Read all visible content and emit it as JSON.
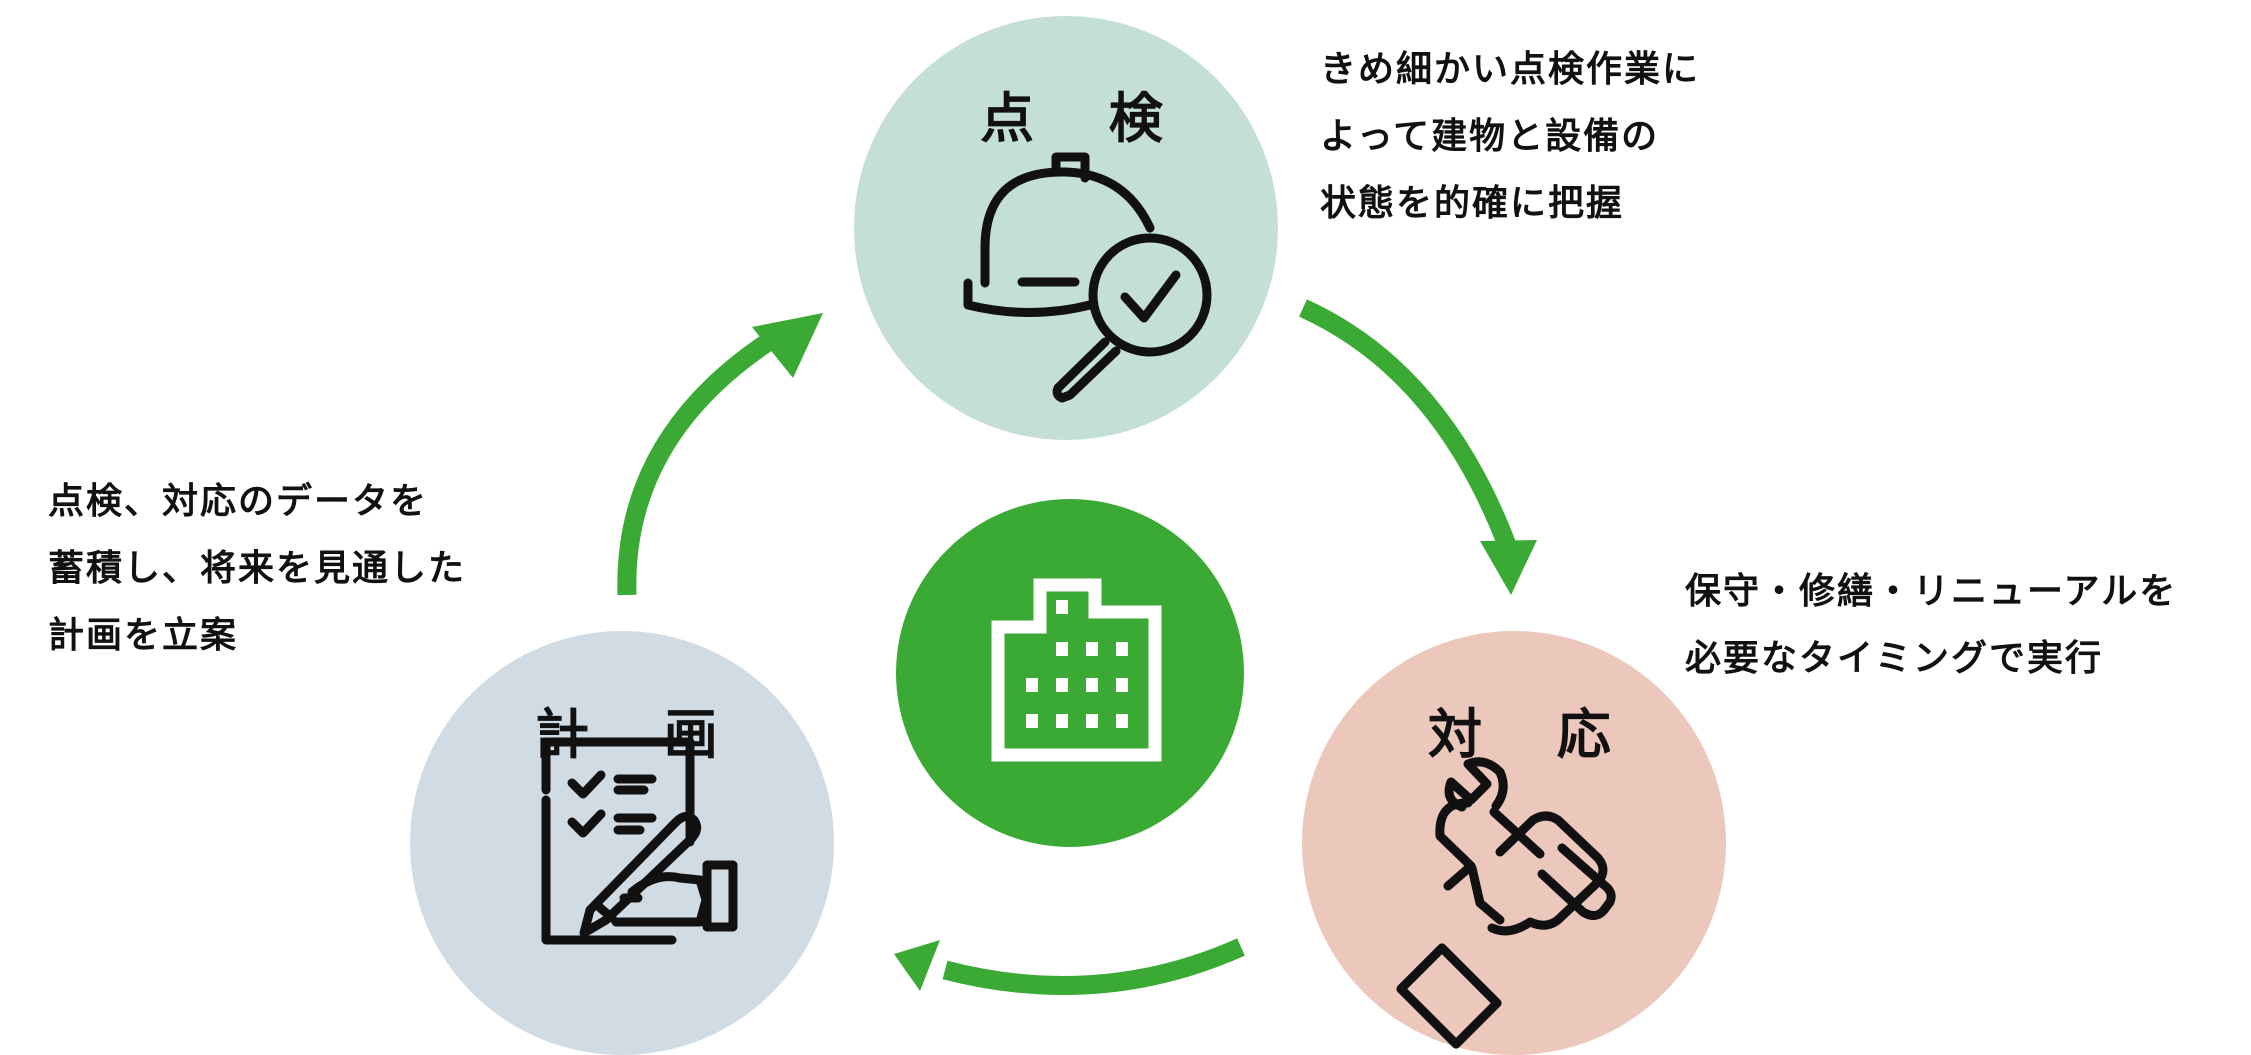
{
  "colors": {
    "green": "#3aaa35",
    "inspect_bg": "#c4dfd5",
    "respond_bg": "#ecc7bb",
    "plan_bg": "#d0dbe4",
    "text": "#111111"
  },
  "nodes": {
    "inspect": {
      "label": "点 検",
      "icon": "helmet-magnifier-check-icon"
    },
    "respond": {
      "label": "対 応",
      "icon": "hand-wrench-icon"
    },
    "plan": {
      "label": "計 画",
      "icon": "checklist-pen-icon"
    },
    "center": {
      "icon": "building-icon"
    }
  },
  "descriptions": {
    "inspect": [
      "きめ細かい点検作業に",
      "よって建物と設備の",
      "状態を的確に把握"
    ],
    "respond": [
      "保守・修繕・リニューアルを",
      "必要なタイミングで実行"
    ],
    "plan": [
      "点検、対応のデータを",
      "蓄積し、将来を見通した",
      "計画を立案"
    ]
  }
}
